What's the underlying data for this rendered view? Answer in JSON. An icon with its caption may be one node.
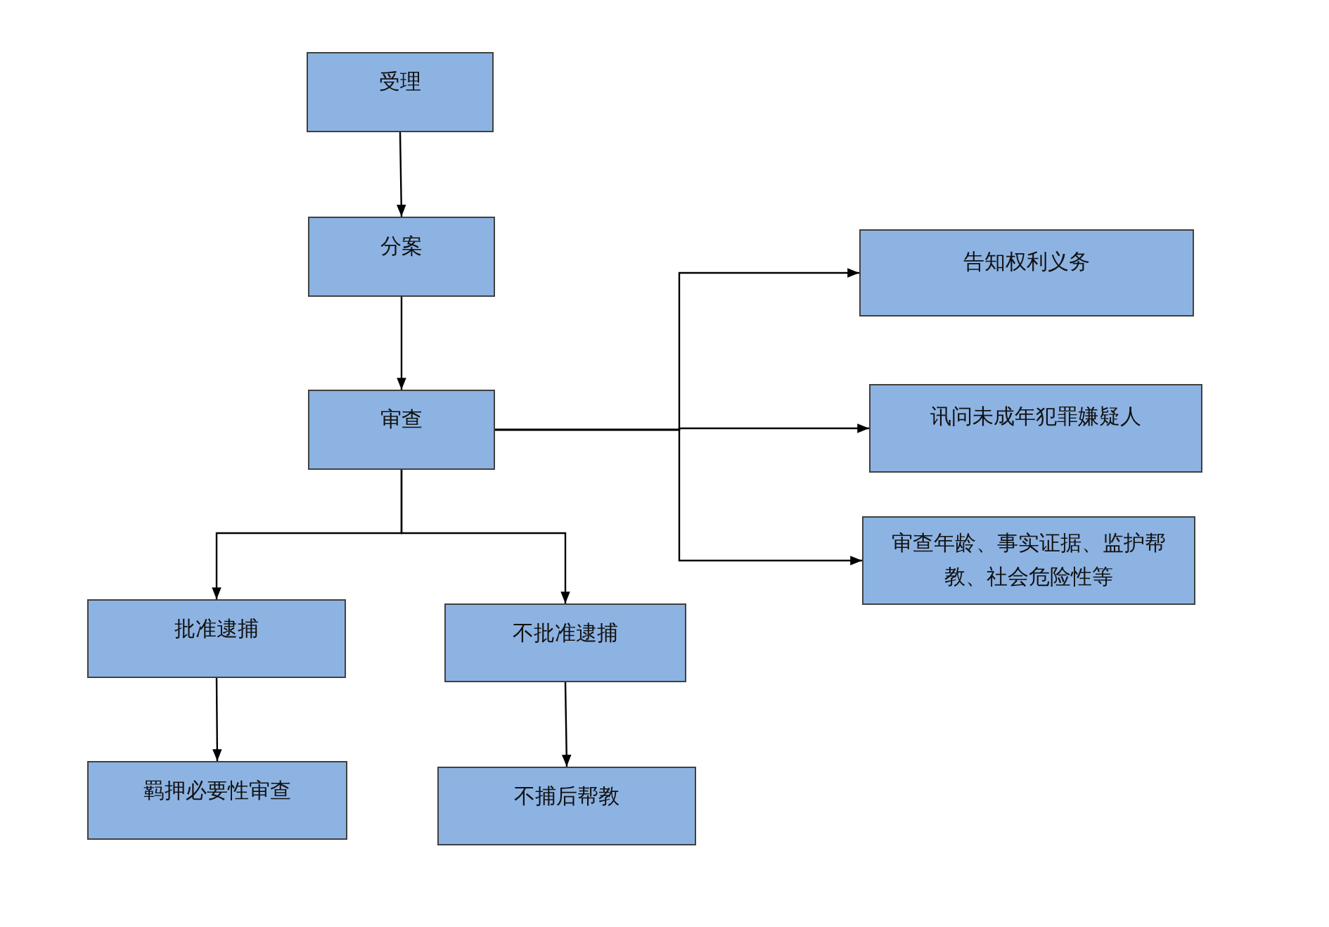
{
  "diagram": {
    "nodes": [
      {
        "text": [
          "受理"
        ]
      },
      {
        "text": [
          "分案"
        ]
      },
      {
        "text": [
          "审查"
        ]
      },
      {
        "text": [
          "告知权利义务"
        ]
      },
      {
        "text": [
          "讯问未成年犯罪嫌疑人"
        ]
      },
      {
        "text": [
          "审查年龄、事实证据、监护帮教、社会危险性等"
        ]
      },
      {
        "text": [
          "批准逮捕"
        ]
      },
      {
        "text": [
          "不批准逮捕"
        ]
      },
      {
        "text": [
          "羁押必要性审查"
        ]
      },
      {
        "text": [
          "不捕后帮教"
        ]
      }
    ],
    "edges": [
      {
        "from": 0,
        "to": 1,
        "arrow": "to"
      },
      {
        "from": 1,
        "to": 2,
        "arrow": "to"
      },
      {
        "from": 2,
        "to": 3,
        "arrow": "to"
      },
      {
        "from": 2,
        "to": 4,
        "arrow": "to"
      },
      {
        "from": 2,
        "to": 5,
        "arrow": "to"
      },
      {
        "from": 2,
        "to": 6,
        "arrow": "to"
      },
      {
        "from": 2,
        "to": 7,
        "arrow": "to"
      },
      {
        "from": 6,
        "to": 8,
        "arrow": "to"
      },
      {
        "from": 7,
        "to": 9,
        "arrow": "to"
      }
    ]
  }
}
